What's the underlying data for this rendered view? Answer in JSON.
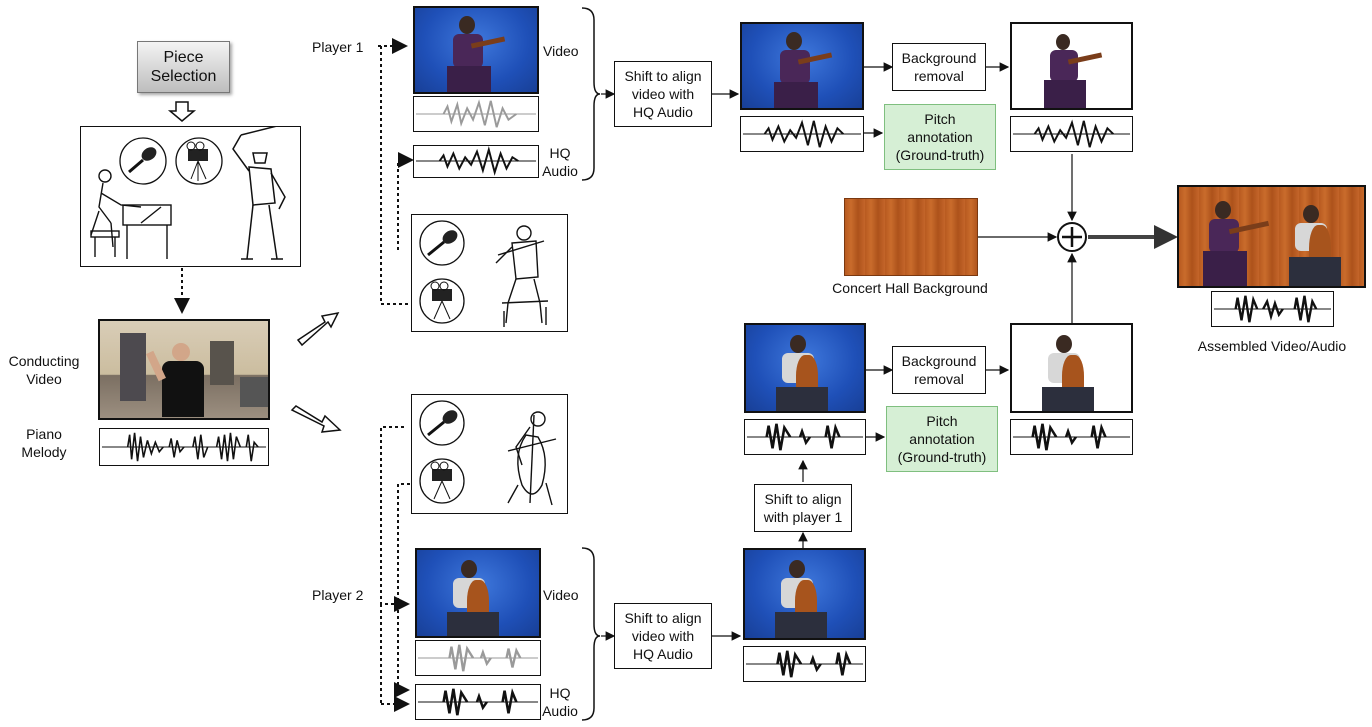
{
  "piece_selection": "Piece\nSelection",
  "conducting_video": "Conducting\nVideo",
  "piano_melody": "Piano\nMelody",
  "player1": "Player 1",
  "player2": "Player 2",
  "video": "Video",
  "hq_audio": "HQ\nAudio",
  "shift_align_hq": "Shift to align\nvideo with\nHQ Audio",
  "shift_align_player1": "Shift to align\nwith player 1",
  "background_removal": "Background\nremoval",
  "pitch_annotation": "Pitch\nannotation\n(Ground-truth)",
  "concert_hall_background": "Concert Hall Background",
  "assembled": "Assembled Video/Audio",
  "icons": [
    "microphone-icon",
    "video-camera-icon",
    "pianist-sketch",
    "conductor-sketch",
    "violinist-sketch",
    "cellist-sketch",
    "violin-player-photo",
    "cello-player-photo",
    "conductor-photo",
    "concert-hall-photo",
    "waveform-icon",
    "plus-circle-icon"
  ],
  "colors": {
    "green_box": "#d6efd5",
    "backdrop_blue": "#1f50b8",
    "hall_wood": "#b85a20",
    "grey_waveform": "#9a9a9a"
  }
}
